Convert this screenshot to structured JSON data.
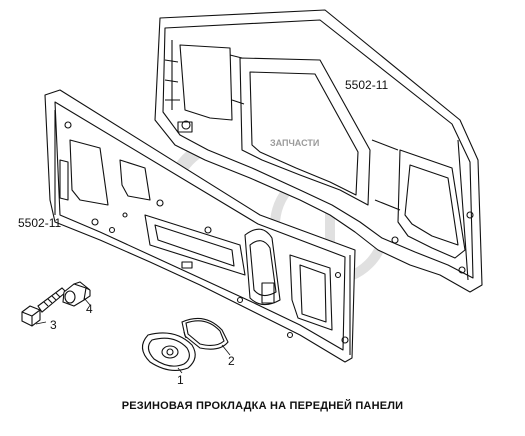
{
  "diagram": {
    "part_label_top": "5502-11",
    "part_label_left": "5502-11",
    "callouts": [
      "1",
      "2",
      "3",
      "4"
    ],
    "watermark_text": "ЗАПЧАСТИ",
    "caption": "РЕЗИНОВАЯ ПРОКЛАДКА НА ПЕРЕДНЕЙ ПАНЕЛИ"
  }
}
